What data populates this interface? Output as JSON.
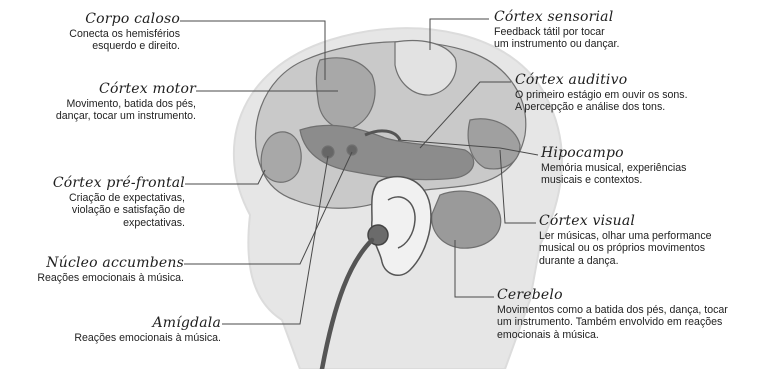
{
  "labels": {
    "corpo_caloso": {
      "title": "Corpo caloso",
      "desc": [
        "Conecta os hemisférios",
        "esquerdo e direito."
      ]
    },
    "cortex_motor": {
      "title": "Córtex motor",
      "desc": [
        "Movimento, batida dos pés,",
        "dançar, tocar um instrumento."
      ]
    },
    "cortex_pre_frontal": {
      "title": "Córtex pré-frontal",
      "desc": [
        "Criação de expectativas,",
        "violação e satisfação de",
        "expectativas."
      ]
    },
    "nucleo_accumbens": {
      "title": "Núcleo accumbens",
      "desc": [
        "Reações emocionais à música."
      ]
    },
    "amigdala": {
      "title": "Amígdala",
      "desc": [
        "Reações emocionais à música."
      ]
    },
    "cortex_sensorial": {
      "title": "Córtex sensorial",
      "desc": [
        "Feedback tátil por tocar",
        "um instrumento ou dançar."
      ]
    },
    "cortex_auditivo": {
      "title": "Córtex auditivo",
      "desc": [
        "O primeiro estágio em ouvir os sons.",
        "A percepção e análise dos tons."
      ]
    },
    "hipocampo": {
      "title": "Hipocampo",
      "desc": [
        "Memória musical, experiências",
        "musicais e contextos."
      ]
    },
    "cortex_visual": {
      "title": "Córtex visual",
      "desc": [
        "Ler músicas, olhar uma performance",
        "musical ou os próprios movimentos",
        "durante a dança."
      ]
    },
    "cerebelo": {
      "title": "Cerebelo",
      "desc": [
        "Movimentos como a batida dos pés, dança, tocar",
        "um instrumento. Também envolvido em  reações",
        "emocionais à música."
      ]
    }
  },
  "colors": {
    "head": "#e4e4e4",
    "brain_light": "#c9c9c9",
    "brain_mid": "#a6a6a6",
    "brain_dark": "#7c7c7c",
    "leader_line": "#4a4a4a"
  }
}
